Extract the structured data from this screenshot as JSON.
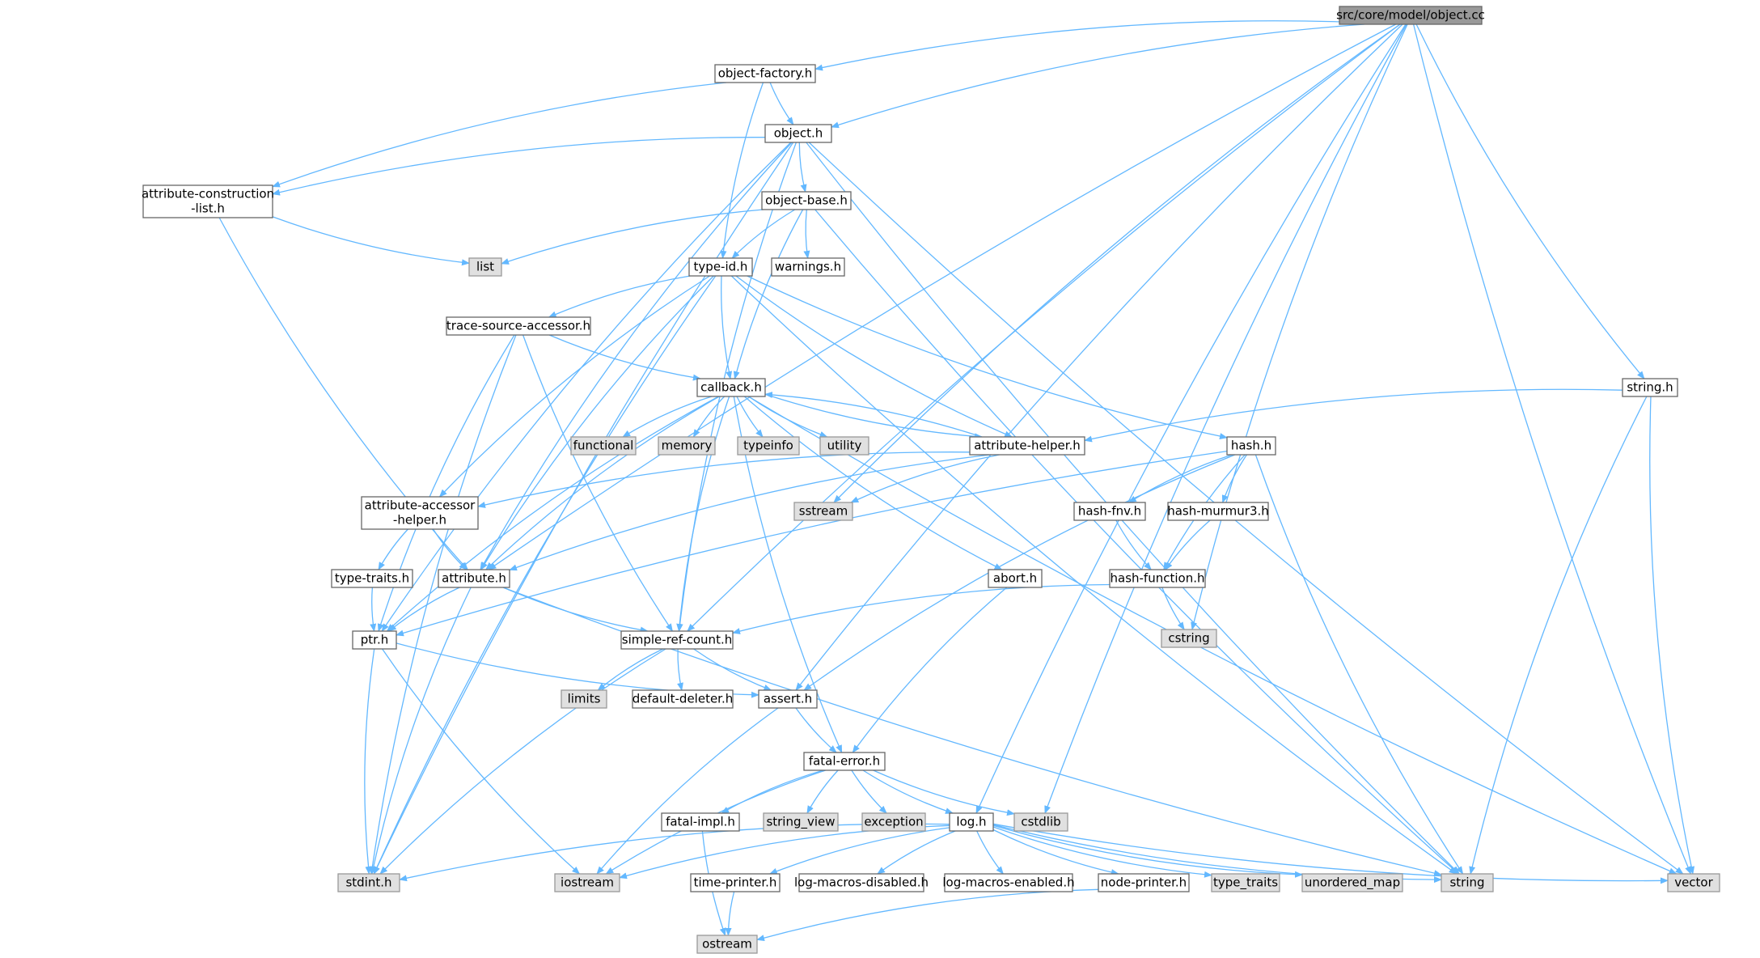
{
  "colors": {
    "edge": "#63b8ff",
    "node_border": "#666666",
    "node_fill": "#ffffff",
    "root_fill": "#999999",
    "system_fill": "#e0e0e0",
    "system_border": "#999999"
  },
  "nodes": [
    {
      "id": "object_cc",
      "lines": [
        "src/core/model/object.cc"
      ],
      "kind": "root"
    },
    {
      "id": "object_factory_h",
      "lines": [
        "object-factory.h"
      ],
      "kind": "file"
    },
    {
      "id": "object_h",
      "lines": [
        "object.h"
      ],
      "kind": "file"
    },
    {
      "id": "attr_construction_h",
      "lines": [
        "attribute-construction",
        "-list.h"
      ],
      "kind": "file"
    },
    {
      "id": "object_base_h",
      "lines": [
        "object-base.h"
      ],
      "kind": "file"
    },
    {
      "id": "list",
      "lines": [
        "list"
      ],
      "kind": "system"
    },
    {
      "id": "type_id_h",
      "lines": [
        "type-id.h"
      ],
      "kind": "file"
    },
    {
      "id": "warnings_h",
      "lines": [
        "warnings.h"
      ],
      "kind": "file"
    },
    {
      "id": "trace_source_h",
      "lines": [
        "trace-source-accessor.h"
      ],
      "kind": "file"
    },
    {
      "id": "callback_h",
      "lines": [
        "callback.h"
      ],
      "kind": "file"
    },
    {
      "id": "string_h",
      "lines": [
        "string.h"
      ],
      "kind": "file"
    },
    {
      "id": "functional",
      "lines": [
        "functional"
      ],
      "kind": "system"
    },
    {
      "id": "memory",
      "lines": [
        "memory"
      ],
      "kind": "system"
    },
    {
      "id": "typeinfo",
      "lines": [
        "typeinfo"
      ],
      "kind": "system"
    },
    {
      "id": "utility",
      "lines": [
        "utility"
      ],
      "kind": "system"
    },
    {
      "id": "attr_helper_h",
      "lines": [
        "attribute-helper.h"
      ],
      "kind": "file"
    },
    {
      "id": "hash_h",
      "lines": [
        "hash.h"
      ],
      "kind": "file"
    },
    {
      "id": "attr_accessor_h",
      "lines": [
        "attribute-accessor",
        "-helper.h"
      ],
      "kind": "file"
    },
    {
      "id": "sstream",
      "lines": [
        "sstream"
      ],
      "kind": "system"
    },
    {
      "id": "hash_fnv_h",
      "lines": [
        "hash-fnv.h"
      ],
      "kind": "file"
    },
    {
      "id": "hash_murmur_h",
      "lines": [
        "hash-murmur3.h"
      ],
      "kind": "file"
    },
    {
      "id": "type_traits_h",
      "lines": [
        "type-traits.h"
      ],
      "kind": "file"
    },
    {
      "id": "attribute_h",
      "lines": [
        "attribute.h"
      ],
      "kind": "file"
    },
    {
      "id": "abort_h",
      "lines": [
        "abort.h"
      ],
      "kind": "file"
    },
    {
      "id": "hash_function_h",
      "lines": [
        "hash-function.h"
      ],
      "kind": "file"
    },
    {
      "id": "ptr_h",
      "lines": [
        "ptr.h"
      ],
      "kind": "file"
    },
    {
      "id": "simple_ref_h",
      "lines": [
        "simple-ref-count.h"
      ],
      "kind": "file"
    },
    {
      "id": "cstring",
      "lines": [
        "cstring"
      ],
      "kind": "system"
    },
    {
      "id": "limits",
      "lines": [
        "limits"
      ],
      "kind": "system"
    },
    {
      "id": "default_deleter_h",
      "lines": [
        "default-deleter.h"
      ],
      "kind": "file"
    },
    {
      "id": "assert_h",
      "lines": [
        "assert.h"
      ],
      "kind": "file"
    },
    {
      "id": "fatal_error_h",
      "lines": [
        "fatal-error.h"
      ],
      "kind": "file"
    },
    {
      "id": "fatal_impl_h",
      "lines": [
        "fatal-impl.h"
      ],
      "kind": "file"
    },
    {
      "id": "string_view",
      "lines": [
        "string_view"
      ],
      "kind": "system"
    },
    {
      "id": "exception",
      "lines": [
        "exception"
      ],
      "kind": "system"
    },
    {
      "id": "log_h",
      "lines": [
        "log.h"
      ],
      "kind": "file"
    },
    {
      "id": "cstdlib",
      "lines": [
        "cstdlib"
      ],
      "kind": "system"
    },
    {
      "id": "stdint_h",
      "lines": [
        "stdint.h"
      ],
      "kind": "system"
    },
    {
      "id": "iostream",
      "lines": [
        "iostream"
      ],
      "kind": "system"
    },
    {
      "id": "time_printer_h",
      "lines": [
        "time-printer.h"
      ],
      "kind": "file"
    },
    {
      "id": "log_macros_disabled_h",
      "lines": [
        "log-macros-disabled.h"
      ],
      "kind": "file"
    },
    {
      "id": "log_macros_enabled_h",
      "lines": [
        "log-macros-enabled.h"
      ],
      "kind": "file"
    },
    {
      "id": "node_printer_h",
      "lines": [
        "node-printer.h"
      ],
      "kind": "file"
    },
    {
      "id": "type_traits",
      "lines": [
        "type_traits"
      ],
      "kind": "system"
    },
    {
      "id": "unordered_map",
      "lines": [
        "unordered_map"
      ],
      "kind": "system"
    },
    {
      "id": "string",
      "lines": [
        "string"
      ],
      "kind": "system"
    },
    {
      "id": "vector",
      "lines": [
        "vector"
      ],
      "kind": "system"
    },
    {
      "id": "ostream",
      "lines": [
        "ostream"
      ],
      "kind": "system"
    }
  ],
  "edges": [
    [
      "object_cc",
      "object_factory_h"
    ],
    [
      "object_cc",
      "object_h"
    ],
    [
      "object_cc",
      "attribute_h"
    ],
    [
      "object_cc",
      "string_h"
    ],
    [
      "object_cc",
      "vector"
    ],
    [
      "object_cc",
      "sstream"
    ],
    [
      "object_cc",
      "simple_ref_h"
    ],
    [
      "object_cc",
      "assert_h"
    ],
    [
      "object_cc",
      "cstring"
    ],
    [
      "object_cc",
      "log_h"
    ],
    [
      "object_cc",
      "cstdlib"
    ],
    [
      "object_factory_h",
      "object_h"
    ],
    [
      "object_factory_h",
      "attr_construction_h"
    ],
    [
      "object_factory_h",
      "type_id_h"
    ],
    [
      "object_h",
      "attr_construction_h"
    ],
    [
      "object_h",
      "object_base_h"
    ],
    [
      "object_h",
      "attribute_h"
    ],
    [
      "object_h",
      "ptr_h"
    ],
    [
      "object_h",
      "stdint_h"
    ],
    [
      "object_h",
      "string"
    ],
    [
      "object_h",
      "vector"
    ],
    [
      "object_h",
      "simple_ref_h"
    ],
    [
      "attr_construction_h",
      "list"
    ],
    [
      "attr_construction_h",
      "attribute_h"
    ],
    [
      "object_base_h",
      "list"
    ],
    [
      "object_base_h",
      "type_id_h"
    ],
    [
      "object_base_h",
      "warnings_h"
    ],
    [
      "object_base_h",
      "callback_h"
    ],
    [
      "object_base_h",
      "string"
    ],
    [
      "type_id_h",
      "trace_source_h"
    ],
    [
      "type_id_h",
      "callback_h"
    ],
    [
      "type_id_h",
      "attr_helper_h"
    ],
    [
      "type_id_h",
      "hash_h"
    ],
    [
      "type_id_h",
      "attr_accessor_h"
    ],
    [
      "type_id_h",
      "attribute_h"
    ],
    [
      "type_id_h",
      "stdint_h"
    ],
    [
      "type_id_h",
      "string"
    ],
    [
      "trace_source_h",
      "callback_h"
    ],
    [
      "trace_source_h",
      "ptr_h"
    ],
    [
      "trace_source_h",
      "simple_ref_h"
    ],
    [
      "trace_source_h",
      "stdint_h"
    ],
    [
      "callback_h",
      "functional"
    ],
    [
      "callback_h",
      "memory"
    ],
    [
      "callback_h",
      "typeinfo"
    ],
    [
      "callback_h",
      "utility"
    ],
    [
      "callback_h",
      "attr_helper_h"
    ],
    [
      "callback_h",
      "attribute_h"
    ],
    [
      "callback_h",
      "ptr_h"
    ],
    [
      "callback_h",
      "simple_ref_h"
    ],
    [
      "callback_h",
      "abort_h"
    ],
    [
      "callback_h",
      "fatal_error_h"
    ],
    [
      "callback_h",
      "vector"
    ],
    [
      "string_h",
      "attr_helper_h"
    ],
    [
      "string_h",
      "string"
    ],
    [
      "string_h",
      "vector"
    ],
    [
      "attr_helper_h",
      "attr_accessor_h"
    ],
    [
      "attr_helper_h",
      "attribute_h"
    ],
    [
      "attr_helper_h",
      "sstream"
    ],
    [
      "attr_helper_h",
      "callback_h"
    ],
    [
      "hash_h",
      "hash_fnv_h"
    ],
    [
      "hash_h",
      "hash_murmur_h"
    ],
    [
      "hash_h",
      "hash_function_h"
    ],
    [
      "hash_h",
      "assert_h"
    ],
    [
      "hash_h",
      "ptr_h"
    ],
    [
      "hash_h",
      "string"
    ],
    [
      "attr_accessor_h",
      "type_traits_h"
    ],
    [
      "attr_accessor_h",
      "attribute_h"
    ],
    [
      "hash_fnv_h",
      "hash_function_h"
    ],
    [
      "hash_murmur_h",
      "hash_function_h"
    ],
    [
      "type_traits_h",
      "ptr_h"
    ],
    [
      "attribute_h",
      "ptr_h"
    ],
    [
      "attribute_h",
      "simple_ref_h"
    ],
    [
      "attribute_h",
      "stdint_h"
    ],
    [
      "attribute_h",
      "string"
    ],
    [
      "abort_h",
      "fatal_error_h"
    ],
    [
      "hash_function_h",
      "cstring"
    ],
    [
      "hash_function_h",
      "simple_ref_h"
    ],
    [
      "ptr_h",
      "assert_h"
    ],
    [
      "ptr_h",
      "stdint_h"
    ],
    [
      "ptr_h",
      "iostream"
    ],
    [
      "simple_ref_h",
      "limits"
    ],
    [
      "simple_ref_h",
      "default_deleter_h"
    ],
    [
      "simple_ref_h",
      "assert_h"
    ],
    [
      "simple_ref_h",
      "stdint_h"
    ],
    [
      "assert_h",
      "fatal_error_h"
    ],
    [
      "assert_h",
      "iostream"
    ],
    [
      "fatal_error_h",
      "fatal_impl_h"
    ],
    [
      "fatal_error_h",
      "string_view"
    ],
    [
      "fatal_error_h",
      "exception"
    ],
    [
      "fatal_error_h",
      "log_h"
    ],
    [
      "fatal_error_h",
      "cstdlib"
    ],
    [
      "fatal_error_h",
      "iostream"
    ],
    [
      "fatal_impl_h",
      "ostream"
    ],
    [
      "log_h",
      "stdint_h"
    ],
    [
      "log_h",
      "iostream"
    ],
    [
      "log_h",
      "time_printer_h"
    ],
    [
      "log_h",
      "log_macros_disabled_h"
    ],
    [
      "log_h",
      "log_macros_enabled_h"
    ],
    [
      "log_h",
      "node_printer_h"
    ],
    [
      "log_h",
      "type_traits"
    ],
    [
      "log_h",
      "unordered_map"
    ],
    [
      "log_h",
      "string"
    ],
    [
      "log_h",
      "vector"
    ],
    [
      "time_printer_h",
      "ostream"
    ],
    [
      "node_printer_h",
      "ostream"
    ]
  ]
}
